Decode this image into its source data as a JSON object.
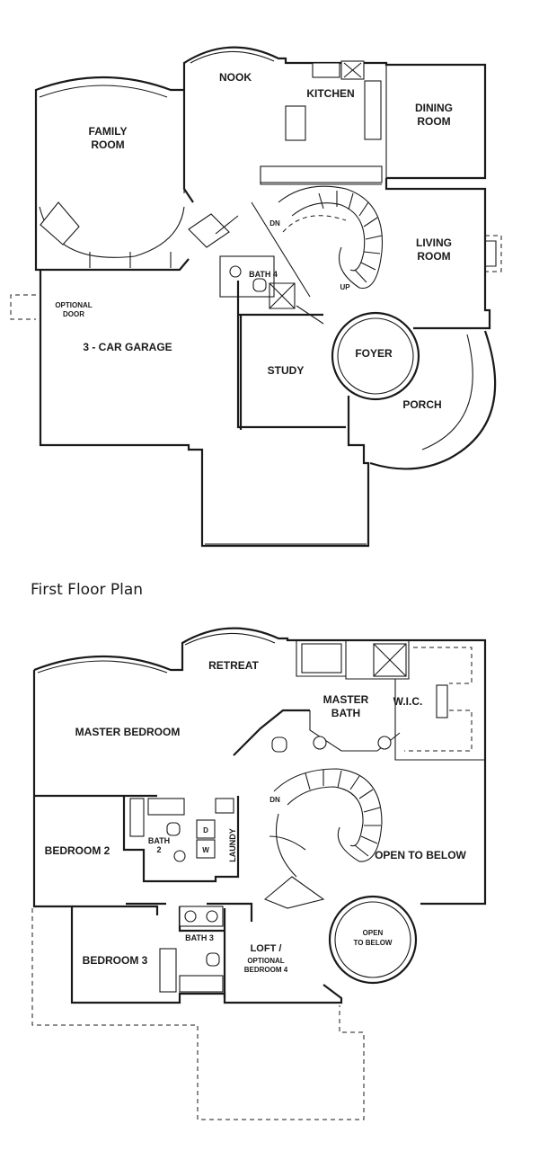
{
  "plans": [
    {
      "title": "First Floor Plan",
      "rooms": {
        "family_room": [
          "FAMILY",
          "ROOM"
        ],
        "nook": "NOOK",
        "kitchen": "KITCHEN",
        "dining_room": [
          "DINING",
          "ROOM"
        ],
        "living_room": [
          "LIVING",
          "ROOM"
        ],
        "dn": "DN",
        "up": "UP",
        "bath4": "BATH 4",
        "optional_door": [
          "OPTIONAL",
          "DOOR"
        ],
        "garage": "3 - CAR GARAGE",
        "study": "STUDY",
        "foyer": "FOYER",
        "porch": "PORCH"
      }
    },
    {
      "title": "",
      "rooms": {
        "retreat": "RETREAT",
        "master_bedroom": "MASTER BEDROOM",
        "master_bath": [
          "MASTER",
          "BATH"
        ],
        "wic": "W.I.C.",
        "dn": "DN",
        "bedroom2": "BEDROOM 2",
        "bath2": [
          "BATH",
          "2"
        ],
        "dryer": "D",
        "washer": "W",
        "laundry": "LAUNDY",
        "open_to_below": "OPEN TO BELOW",
        "open_to_below_round": [
          "OPEN",
          "TO BELOW"
        ],
        "bedroom3": "BEDROOM 3",
        "bath3": "BATH 3",
        "loft": [
          "LOFT /",
          "OPTIONAL",
          "BEDROOM 4"
        ]
      }
    }
  ]
}
